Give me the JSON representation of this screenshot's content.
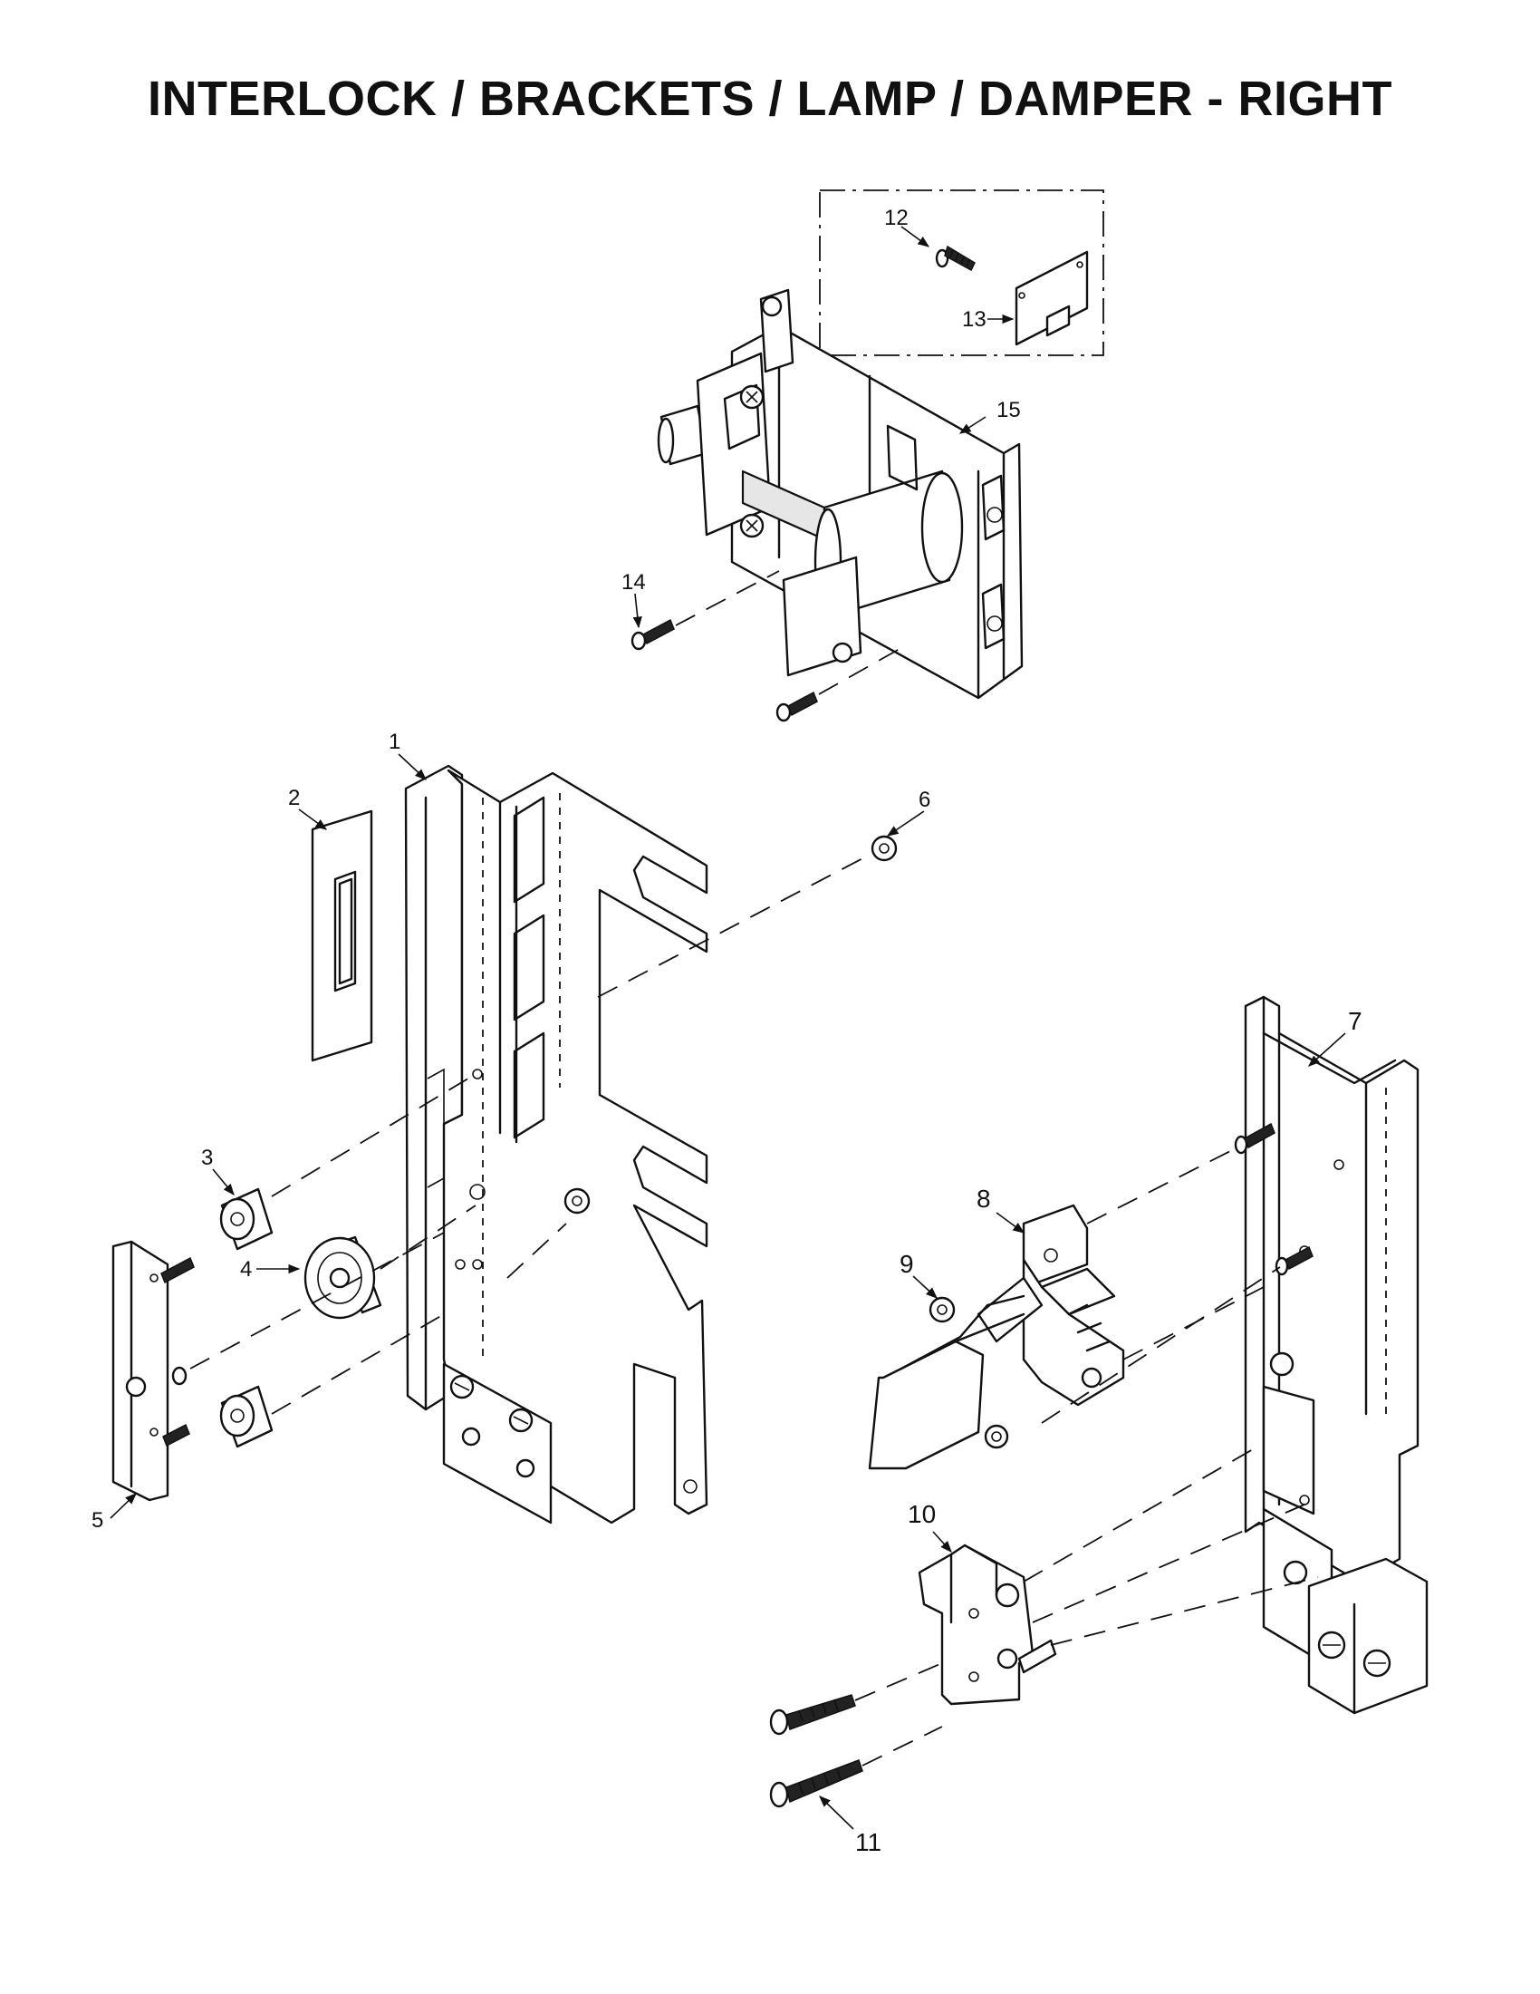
{
  "title": "INTERLOCK / BRACKETS / LAMP / DAMPER - RIGHT",
  "callouts": {
    "c1": "1",
    "c2": "2",
    "c3": "3",
    "c4": "4",
    "c5": "5",
    "c6": "6",
    "c7": "7",
    "c8": "8",
    "c9": "9",
    "c10": "10",
    "c11": "11",
    "c12": "12",
    "c13": "13",
    "c14": "14",
    "c15": "15"
  }
}
